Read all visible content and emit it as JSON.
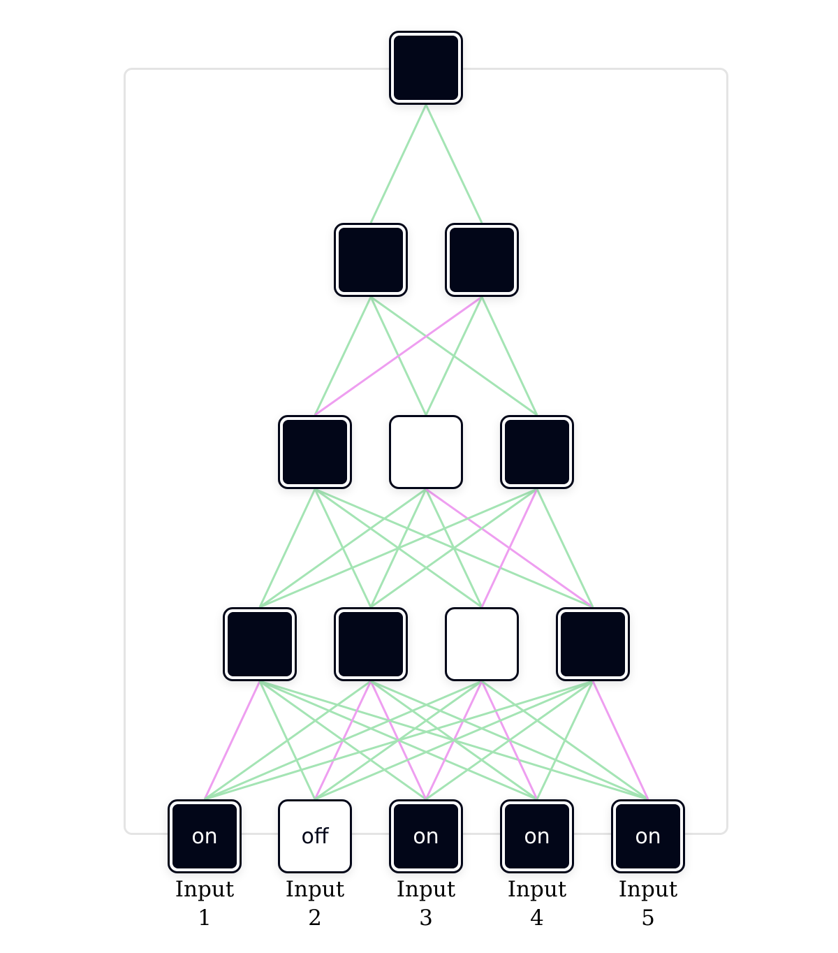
{
  "colors": {
    "positive_edge": "#a4e4b4",
    "negative_edge": "#ee9ef0",
    "on": "#020618",
    "off": "#ffffff"
  },
  "inputs": [
    {
      "state": "on",
      "label_word": "Input",
      "label_num": "1"
    },
    {
      "state": "off",
      "label_word": "Input",
      "label_num": "2"
    },
    {
      "state": "on",
      "label_word": "Input",
      "label_num": "3"
    },
    {
      "state": "on",
      "label_word": "Input",
      "label_num": "4"
    },
    {
      "state": "on",
      "label_word": "Input",
      "label_num": "5"
    }
  ],
  "hidden_layers": [
    {
      "states": [
        "on",
        "on",
        "off",
        "on"
      ]
    },
    {
      "states": [
        "on",
        "off",
        "on"
      ]
    },
    {
      "states": [
        "on",
        "on"
      ]
    }
  ],
  "output": {
    "state": "on"
  },
  "connections": {
    "inputs_to_layer1": [
      [
        "neg",
        "pos",
        "pos",
        "pos",
        "pos"
      ],
      [
        "pos",
        "neg",
        "neg",
        "pos",
        "pos"
      ],
      [
        "pos",
        "pos",
        "neg",
        "neg",
        "pos"
      ],
      [
        "pos",
        "pos",
        "pos",
        "pos",
        "neg"
      ]
    ],
    "layer1_to_layer2": [
      [
        "pos",
        "pos",
        "pos",
        "pos"
      ],
      [
        "pos",
        "pos",
        "pos",
        "neg"
      ],
      [
        "pos",
        "pos",
        "neg",
        "pos"
      ]
    ],
    "layer2_to_layer3": [
      [
        "pos",
        "pos",
        "pos"
      ],
      [
        "neg",
        "pos",
        "pos"
      ]
    ],
    "layer3_to_output": [
      [
        "pos",
        "pos"
      ]
    ]
  }
}
